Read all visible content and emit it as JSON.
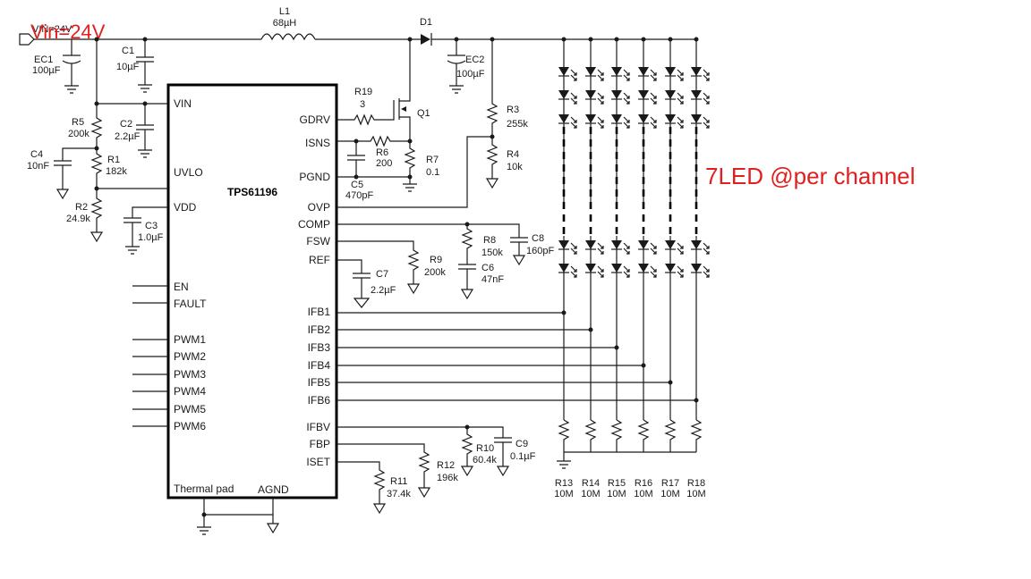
{
  "annotations": {
    "vin": "Vin=24V",
    "vin_overlap": "VIN=24V",
    "led_note": "7LED @per channel",
    "red_color": "#e0201f"
  },
  "ic": {
    "part": "TPS61196",
    "thermal_pad": "Thermal pad",
    "agnd": "AGND",
    "left_pins": [
      "VIN",
      "UVLO",
      "VDD",
      "EN",
      "FAULT",
      "PWM1",
      "PWM2",
      "PWM3",
      "PWM4",
      "PWM5",
      "PWM6"
    ],
    "right_pins": [
      "GDRV",
      "ISNS",
      "PGND",
      "OVP",
      "COMP",
      "FSW",
      "REF",
      "IFB1",
      "IFB2",
      "IFB3",
      "IFB4",
      "IFB5",
      "IFB6",
      "IFBV",
      "FBP",
      "ISET"
    ]
  },
  "components": {
    "L1": {
      "name": "L1",
      "value": "68µH"
    },
    "D1": {
      "name": "D1"
    },
    "Q1": {
      "name": "Q1"
    },
    "EC1": {
      "name": "EC1",
      "value": "100µF"
    },
    "EC2": {
      "name": "EC2",
      "value": "100µF"
    },
    "C1": {
      "name": "C1",
      "value": "10µF"
    },
    "C2": {
      "name": "C2",
      "value": "2.2µF"
    },
    "C3": {
      "name": "C3",
      "value": "1.0µF"
    },
    "C4": {
      "name": "C4",
      "value": "10nF"
    },
    "C5": {
      "name": "C5",
      "value": "470pF"
    },
    "C6": {
      "name": "C6",
      "value": "47nF"
    },
    "C7": {
      "name": "C7",
      "value": "2.2µF"
    },
    "C8": {
      "name": "C8",
      "value": "160pF"
    },
    "C9": {
      "name": "C9",
      "value": "0.1µF"
    },
    "R1": {
      "name": "R1",
      "value": "182k"
    },
    "R2": {
      "name": "R2",
      "value": "24.9k"
    },
    "R3": {
      "name": "R3",
      "value": "255k"
    },
    "R4": {
      "name": "R4",
      "value": "10k"
    },
    "R5": {
      "name": "R5",
      "value": "200k"
    },
    "R6": {
      "name": "R6",
      "value": "200"
    },
    "R7": {
      "name": "R7",
      "value": "0.1"
    },
    "R8": {
      "name": "R8",
      "value": "150k"
    },
    "R9": {
      "name": "R9",
      "value": "200k"
    },
    "R10": {
      "name": "R10",
      "value": "60.4k"
    },
    "R11": {
      "name": "R11",
      "value": "37.4k"
    },
    "R12": {
      "name": "R12",
      "value": "196k"
    },
    "R19": {
      "name": "R19",
      "value": "3"
    }
  },
  "channel_resistors": [
    {
      "name": "R13",
      "value": "10M"
    },
    {
      "name": "R14",
      "value": "10M"
    },
    {
      "name": "R15",
      "value": "10M"
    },
    {
      "name": "R16",
      "value": "10M"
    },
    {
      "name": "R17",
      "value": "10M"
    },
    {
      "name": "R18",
      "value": "10M"
    }
  ]
}
